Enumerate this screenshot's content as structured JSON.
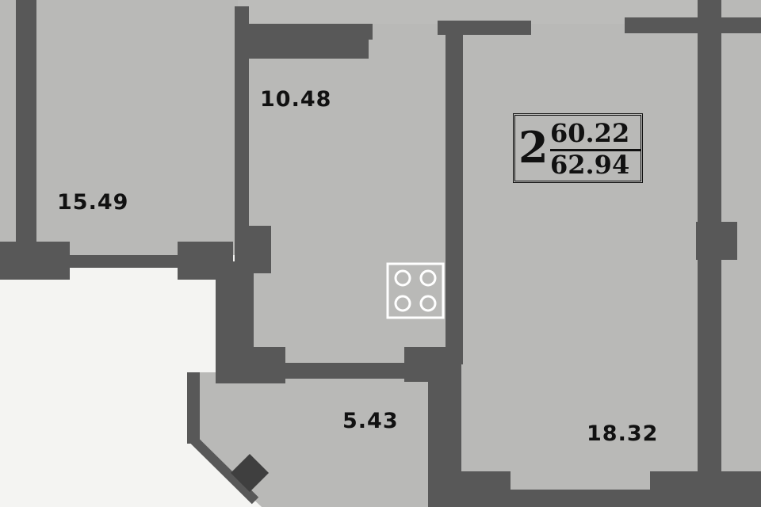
{
  "apartment": {
    "rooms": "2",
    "living_area": "60.22",
    "total_area": "62.94"
  },
  "rooms": [
    {
      "id": "room-left",
      "area": "15.49"
    },
    {
      "id": "kitchen",
      "area": "10.48"
    },
    {
      "id": "bathroom",
      "area": "5.43"
    },
    {
      "id": "room-right",
      "area": "18.32"
    }
  ],
  "colors": {
    "wall": "#585858",
    "floor": "#b9b9b7",
    "outside": "#f4f4f2",
    "stove": "#ffffff",
    "text": "#111111"
  },
  "icons": [
    "stove-icon"
  ]
}
